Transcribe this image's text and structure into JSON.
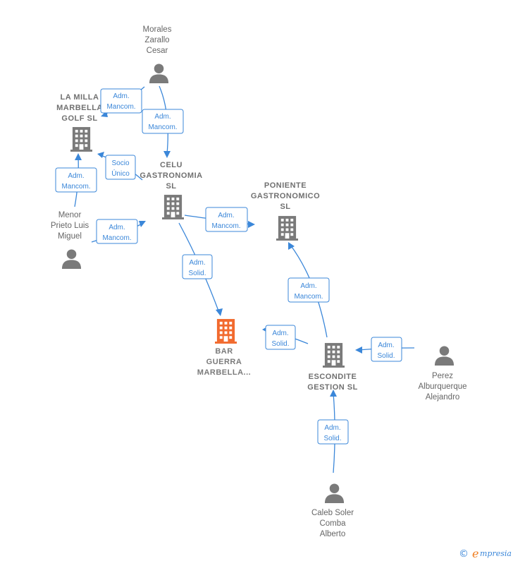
{
  "colors": {
    "edge": "#3b87d9",
    "node": "#7a7a7a",
    "focus": "#f26a2e",
    "text": "#666666"
  },
  "persons": [
    {
      "id": "morales",
      "lines": [
        "Morales",
        "Zarallo",
        "Cesar"
      ],
      "icon": "person-icon"
    },
    {
      "id": "menor",
      "lines": [
        "Menor",
        "Prieto Luis",
        "Miguel"
      ],
      "icon": "person-icon"
    },
    {
      "id": "perez",
      "lines": [
        "Perez",
        "Alburquerque",
        "Alejandro"
      ],
      "icon": "person-icon"
    },
    {
      "id": "caleb",
      "lines": [
        "Caleb Soler",
        "Comba",
        "Alberto"
      ],
      "icon": "person-icon"
    }
  ],
  "companies": [
    {
      "id": "lamilla",
      "lines": [
        "LA MILLA",
        "MARBELLA",
        "GOLF  SL"
      ],
      "icon": "building-icon"
    },
    {
      "id": "celu",
      "lines": [
        "CELU",
        "GASTRONOMIA",
        "SL"
      ],
      "icon": "building-icon"
    },
    {
      "id": "poniente",
      "lines": [
        "PONIENTE",
        "GASTRONOMICO",
        "SL"
      ],
      "icon": "building-icon"
    },
    {
      "id": "bar",
      "lines": [
        "BAR",
        "GUERRA",
        "MARBELLA..."
      ],
      "icon": "building-icon",
      "focus": true
    },
    {
      "id": "escondite",
      "lines": [
        "ESCONDITE",
        "GESTION  SL"
      ],
      "icon": "building-icon"
    }
  ],
  "relations": [
    {
      "id": "r1",
      "lines": [
        "Adm.",
        "Mancom."
      ]
    },
    {
      "id": "r2",
      "lines": [
        "Adm.",
        "Mancom."
      ]
    },
    {
      "id": "r3",
      "lines": [
        "Socio",
        "Único"
      ]
    },
    {
      "id": "r4",
      "lines": [
        "Adm.",
        "Mancom."
      ]
    },
    {
      "id": "r5",
      "lines": [
        "Adm.",
        "Mancom."
      ]
    },
    {
      "id": "r6",
      "lines": [
        "Adm.",
        "Mancom."
      ]
    },
    {
      "id": "r7",
      "lines": [
        "Adm.",
        "Solid."
      ]
    },
    {
      "id": "r8",
      "lines": [
        "Adm.",
        "Mancom."
      ]
    },
    {
      "id": "r9",
      "lines": [
        "Adm.",
        "Solid."
      ]
    },
    {
      "id": "r10",
      "lines": [
        "Adm.",
        "Solid."
      ]
    },
    {
      "id": "r11",
      "lines": [
        "Adm.",
        "Solid."
      ]
    }
  ],
  "footer": {
    "copyright": "©",
    "brand_initial": "e",
    "brand_rest": "mpresia"
  }
}
